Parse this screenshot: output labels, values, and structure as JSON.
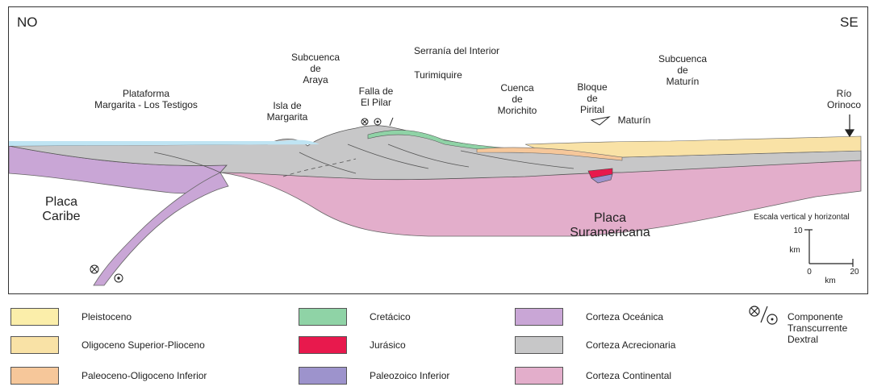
{
  "section": {
    "corner_left": "NO",
    "corner_right": "SE",
    "labels": {
      "plataforma": "Plataforma\nMargarita - Los Testigos",
      "subcuenca_araya": "Subcuenca\nde\nAraya",
      "isla_margarita": "Isla de\nMargarita",
      "falla_pilar": "Falla de\nEl Pilar",
      "serrania": "Serranía del Interior",
      "turimiquire": "Turimiquire",
      "cuenca_morichito": "Cuenca\nde\nMorichito",
      "bloque_pirital": "Bloque\nde\nPirital",
      "maturin": "Maturín",
      "subcuenca_maturin": "Subcuenca\nde\nMaturín",
      "rio_orinoco": "Río\nOrinoco",
      "placa_caribe": "Placa\nCaribe",
      "placa_suramericana": "Placa\nSuramericana"
    },
    "scale": {
      "title": "Escala vertical y horizontal",
      "v_value": "10",
      "v_unit": "km",
      "h_start": "0",
      "h_unit": "km",
      "h_end": "20"
    }
  },
  "legend": [
    {
      "label": "Pleistoceno",
      "color": "#fbeeaa"
    },
    {
      "label": "Oligoceno Superior-Plioceno",
      "color": "#f9e2a6"
    },
    {
      "label": "Paleoceno-Oligoceno Inferior",
      "color": "#f6c79a"
    },
    {
      "label": "Cretácico",
      "color": "#8fd3a6"
    },
    {
      "label": "Jurásico",
      "color": "#e8194d"
    },
    {
      "label": "Paleozoico Inferior",
      "color": "#9d93cc"
    },
    {
      "label": "Corteza Oceánica",
      "color": "#c9a6d6"
    },
    {
      "label": "Corteza Acrecionaria",
      "color": "#c7c7c8"
    },
    {
      "label": "Corteza Continental",
      "color": "#e3aecb"
    }
  ],
  "legend_symbol": {
    "icon": "dextral-transcurrent-symbol",
    "label": "Componente\nTranscurrente\nDextral"
  },
  "colors": {
    "sea": "#bfe4f3",
    "oceanic": "#c9a6d6",
    "continental": "#e3aecb",
    "accretionary": "#c7c7c8",
    "cretaceous": "#8fd3a6",
    "pleistocene": "#fbeeaa",
    "oligo_plio": "#f9e2a6",
    "paleo_oligo": "#f6c79a",
    "jurassic": "#e8194d",
    "paleozoic": "#9d93cc"
  }
}
